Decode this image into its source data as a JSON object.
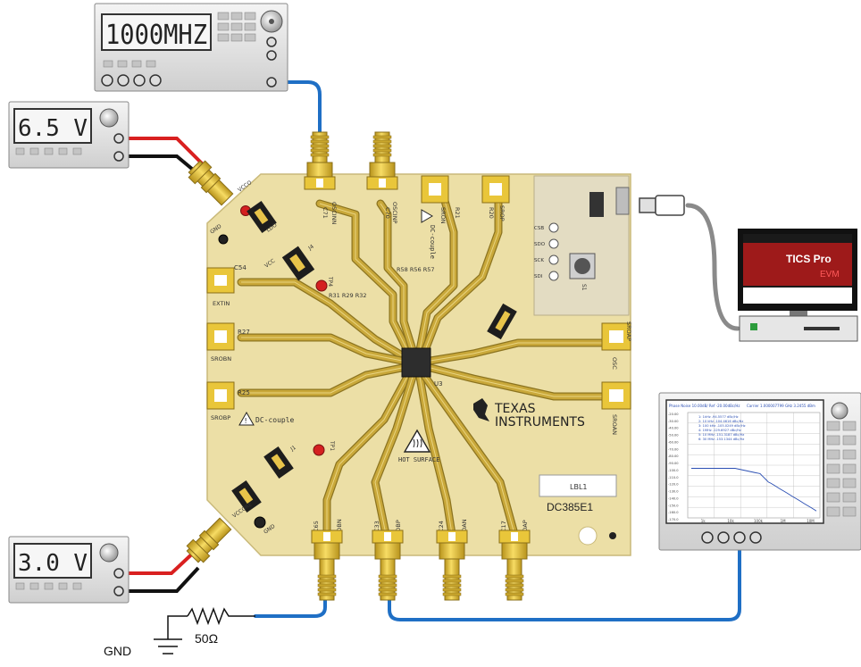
{
  "instruments": {
    "signal_generator": {
      "display": "1000MHZ"
    },
    "vcc_supply": {
      "display": "6.5 V"
    },
    "vcco_supply": {
      "display": "3.0 V"
    }
  },
  "board": {
    "name": "DC385E1",
    "label_box": "LBL1",
    "ti_logo_line1": "TEXAS",
    "ti_logo_line2": "INSTRUMENTS",
    "hot_surface": "HOT SURFACE",
    "dc_couple_top": "DC-couple",
    "dc_couple_left": "DC-couple",
    "ic_ref": "U3",
    "connectors": {
      "osc_in_n": "OSCINN",
      "osc_in_p": "OSCINP",
      "sr_on": "SRON",
      "sr_op": "SROP",
      "extin": "EXTIN",
      "sr_ob_n": "SROBN",
      "sr_ob_p": "SROBP",
      "osc_right": "OSC",
      "sr_oa_p": "SROAP",
      "sr_oa_n": "SROAN",
      "rfob_n": "RFOBN",
      "rfob_p": "RFOBP",
      "rfoa_n": "RFOAN",
      "rfoa_p": "RFOAP"
    },
    "refdes": {
      "c71": "C71",
      "c70": "C70",
      "r21": "R21",
      "r20": "R20",
      "c54": "C54",
      "r27": "R27",
      "r25": "R25",
      "c65": "C65",
      "c33": "C33",
      "c24": "C24",
      "c17": "C17",
      "r31": "R31 R29 R32",
      "r58": "R58 R56 R57",
      "tp1": "TP1",
      "tp4": "TP4",
      "j1": "J1",
      "j4": "J4",
      "vcco": "VCCO",
      "vcc": "VCC",
      "gnd": "GND",
      "ldo": "LDO",
      "vccore": "VCCORE",
      "s1": "S1"
    },
    "usb_pins": [
      "CSB",
      "SDO",
      "SCK",
      "SDI"
    ]
  },
  "computer": {
    "title": "TICS Pro",
    "subtitle": "EVM"
  },
  "analyzer": {
    "header": "Phase Noise 10.00dB/ Ref -20.00dBc/Hz",
    "carrier": "Carrier 1.000007799 GHz  3.2455 dBm",
    "rows": [
      "1: 1kHz      -94.5577 dBc/Hz",
      "2: 10 kHz   -104.4616 dBc/Hz",
      "3: 100 kHz  -105.0249 dBc/Hz",
      "4: 1MHz     -129.6927 dBc/Hz",
      "5: 10 MHz   -151.3187 dBc/Hz",
      "6: 30 MHz   -153.1344 dBc/Hz"
    ],
    "y_ticks": [
      "-20.00",
      "-30.00",
      "-40.00",
      "-50.00",
      "-60.00",
      "-70.00",
      "-80.00",
      "-90.00",
      "-100.0",
      "-110.0",
      "-120.0",
      "-130.0",
      "-140.0",
      "-150.0",
      "-160.0",
      "-170.0"
    ],
    "x_ticks": [
      "1k",
      "10k",
      "100k",
      "1M",
      "10M"
    ]
  },
  "termination": {
    "gnd": "GND",
    "resistor": "50Ω"
  },
  "colors": {
    "board": "#ecdfa6",
    "trace": "#c9a83a",
    "trace_edge": "#8c7420",
    "sma_gold": "#e9c63a",
    "cable_blue": "#1f6fc5",
    "wire_red": "#d92020",
    "wire_black": "#111111",
    "usb_cable": "#8a8a8a",
    "instrument": "#e6e6e6",
    "lcd": "#f4f4f4"
  }
}
